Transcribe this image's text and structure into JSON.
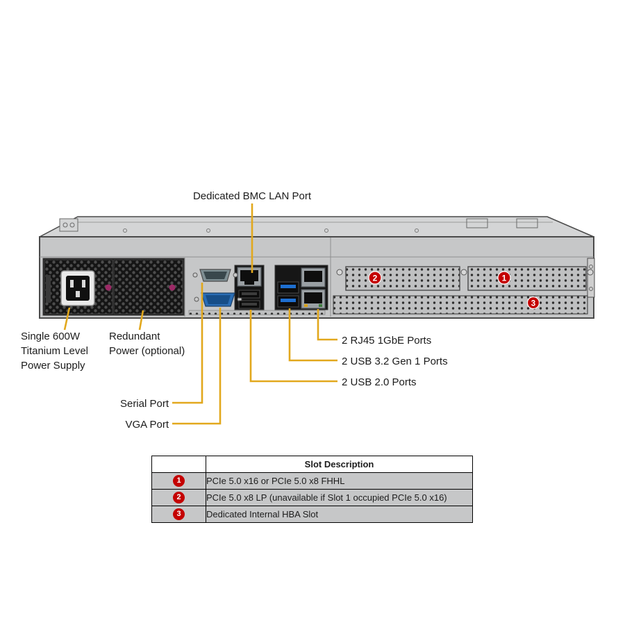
{
  "callouts": {
    "bmc": "Dedicated BMC LAN Port",
    "psu": "Single 600W\nTitanium Level\nPower Supply",
    "redundant": "Redundant\nPower (optional)",
    "rj45": "2 RJ45 1GbE Ports",
    "usb32": "2 USB 3.2 Gen 1 Ports",
    "usb20": "2 USB 2.0 Ports",
    "serial": "Serial Port",
    "vga": "VGA Port"
  },
  "markers": {
    "slot1": "1",
    "slot2": "2",
    "slot3": "3"
  },
  "table": {
    "header_desc": "Slot Description",
    "rows": [
      {
        "num": "1",
        "desc": "PCIe 5.0 x16 or PCIe 5.0 x8 FHHL"
      },
      {
        "num": "2",
        "desc": "PCIe 5.0 x8 LP (unavailable if Slot 1 occupied PCIe 5.0 x16)"
      },
      {
        "num": "3",
        "desc": "Dedicated Internal HBA Slot"
      }
    ]
  },
  "colors": {
    "callout_line": "#E2A81D",
    "marker_red": "#C40000"
  }
}
